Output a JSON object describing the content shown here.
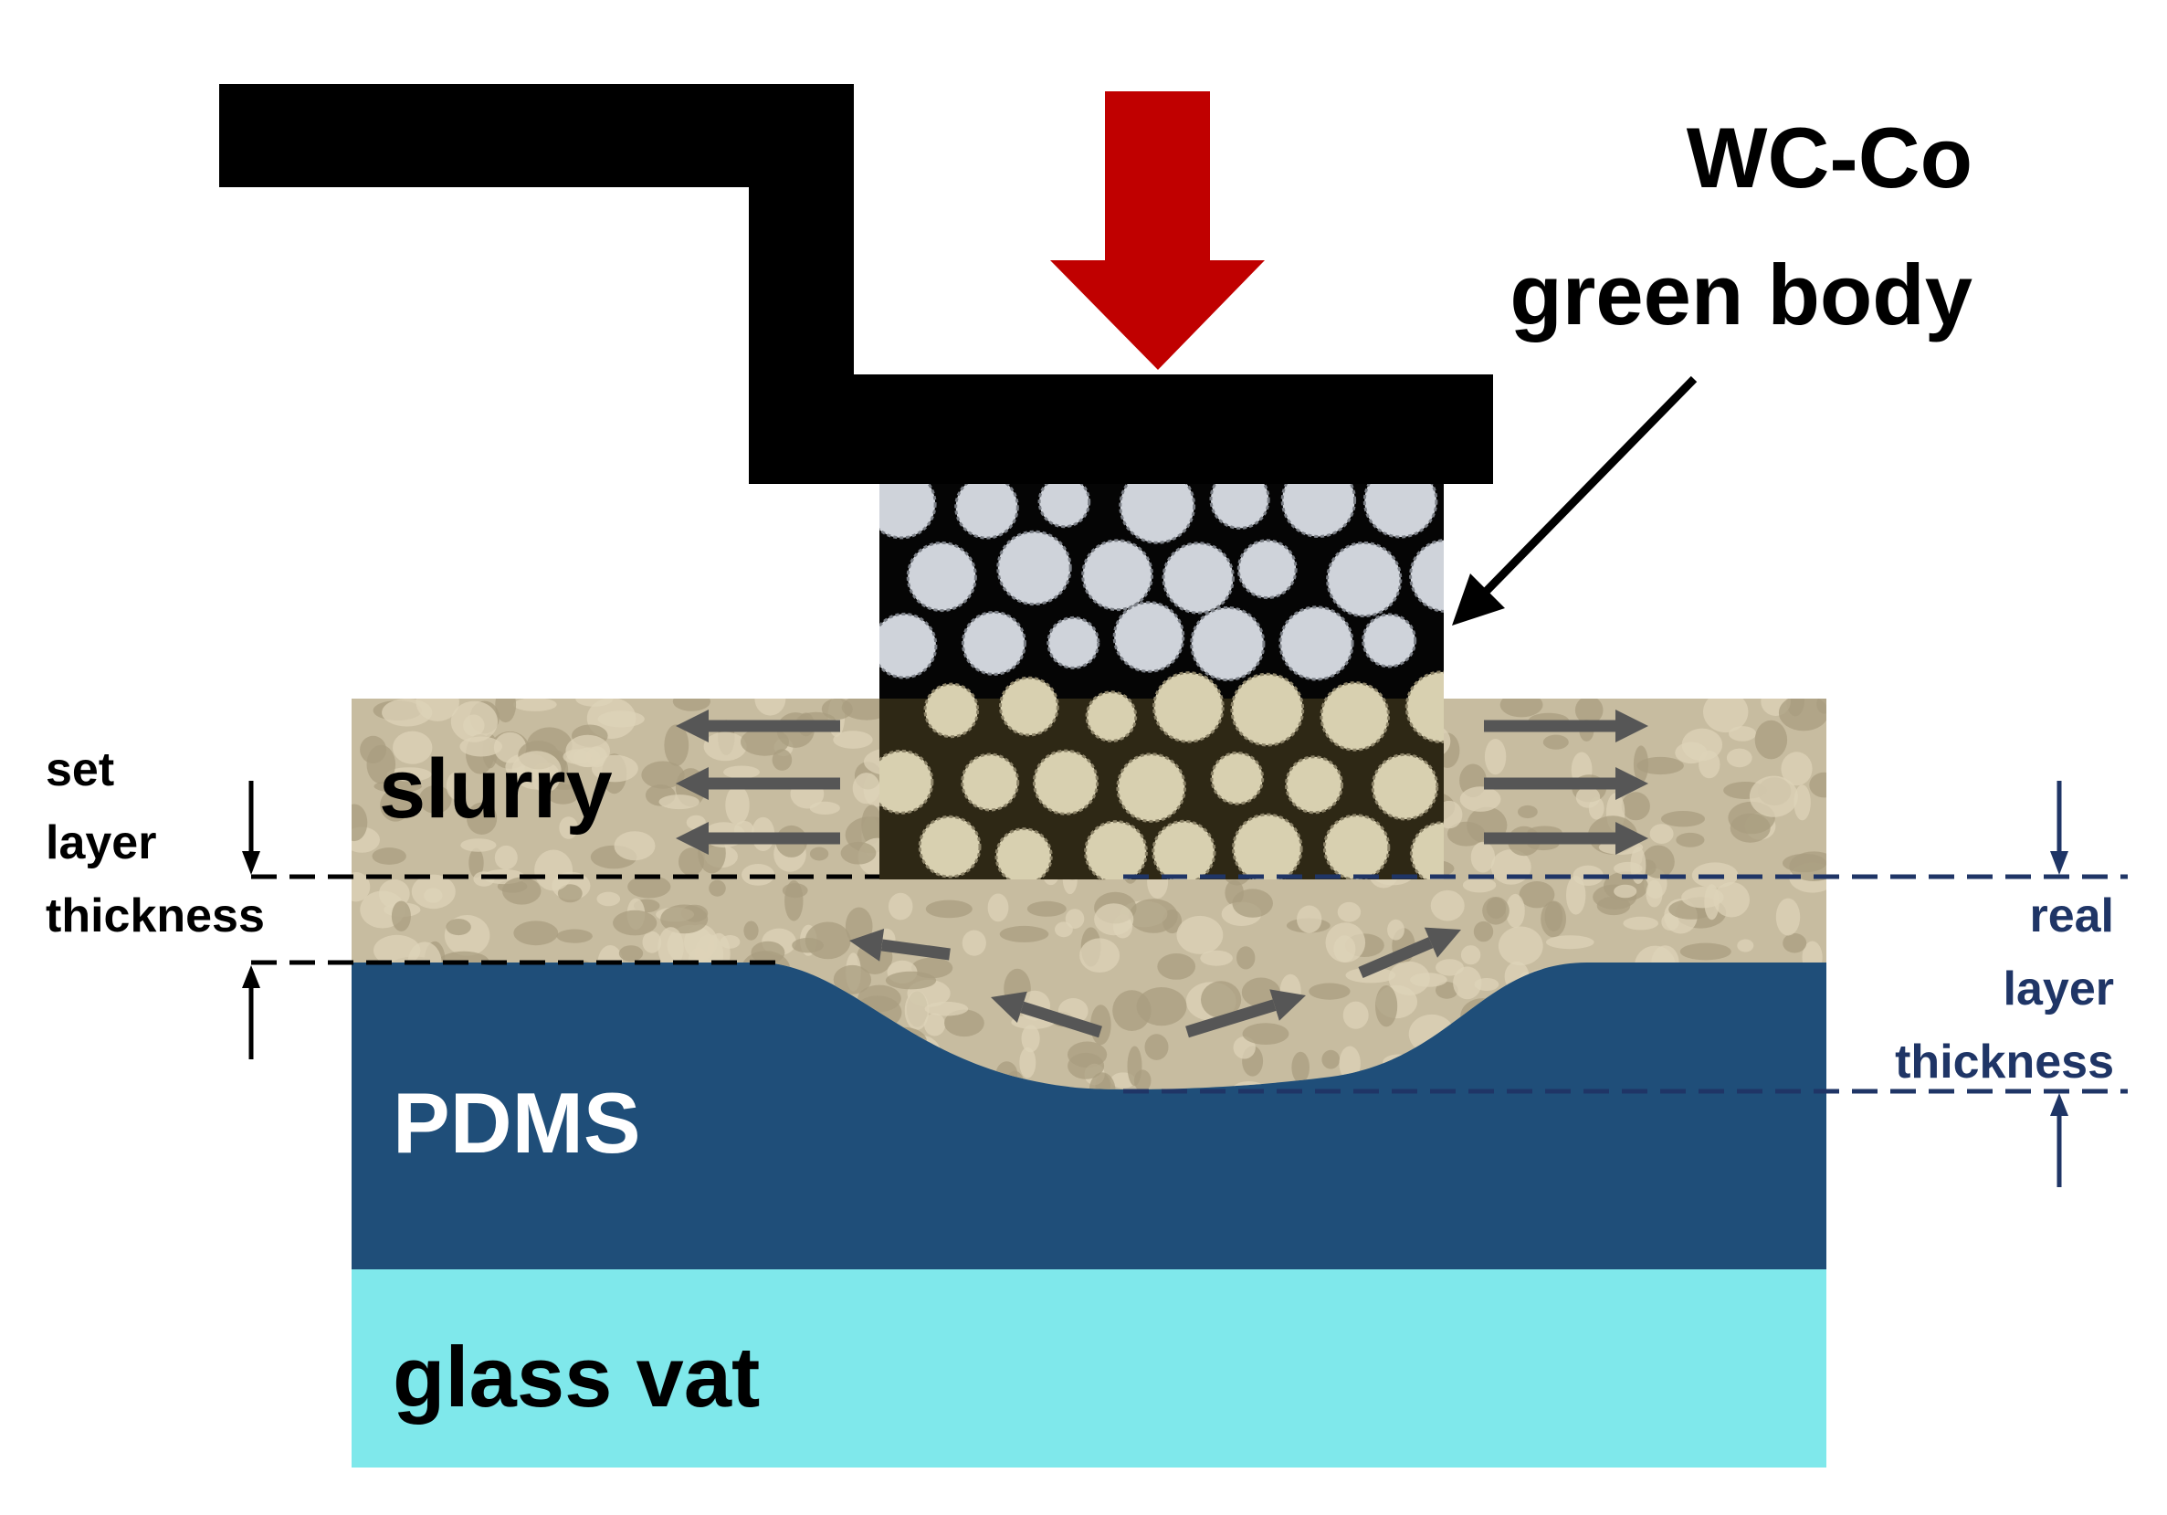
{
  "labels": {
    "part_title_line1": "WC-Co",
    "part_title_line2": "green body",
    "slurry": "slurry",
    "pdms": "PDMS",
    "glass_vat": "glass vat",
    "set_thickness_line1": "set",
    "set_thickness_line2": "layer",
    "set_thickness_line3": "thickness",
    "real_thickness_line1": "real",
    "real_thickness_line2": "layer",
    "real_thickness_line3": "thickness"
  },
  "colors": {
    "build_platform": "#000000",
    "press_arrow": "#c00000",
    "slurry": "#c7bca0",
    "slurry_particles": "#a99d80",
    "green_body_bg": "#050505",
    "green_body_particles": "#cfd3da",
    "wetted_body_bg": "#2e2815",
    "wetted_body_particles": "#d8d0b0",
    "flow_arrows": "#565656",
    "pdms": "#1f4e79",
    "glass_vat": "#7fe8eb",
    "set_thickness_lines": "#000000",
    "real_thickness_lines": "#1f3566",
    "pdms_label": "#ffffff",
    "dark_label": "#000000"
  }
}
